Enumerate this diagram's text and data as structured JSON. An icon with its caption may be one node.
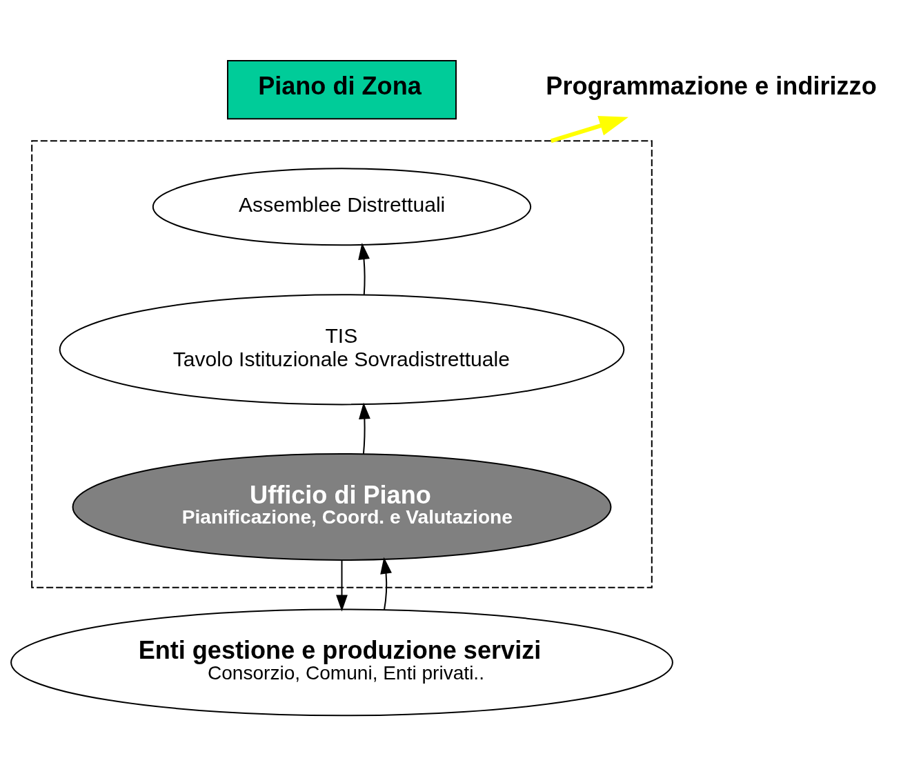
{
  "diagram": {
    "nodes": [
      {
        "text": [
          "Piano di Zona"
        ]
      },
      {
        "text": [],
        "shape": "box"
      },
      {
        "text": [
          "Assemblee Distrettuali"
        ],
        "in": 1
      },
      {
        "text": [
          "TIS",
          "Tavolo Istituzionale Sovradistrettuale"
        ],
        "in": 1
      },
      {
        "text": [
          "Ufficio di Piano",
          "Pianificazione, Coord. e Valutazione"
        ],
        "in": 1
      },
      {
        "text": [
          "Enti gestione e produzione servizi",
          "Consorzio, Comuni, Enti privati.."
        ]
      },
      {
        "text": [
          "Programmazione e indirizzo"
        ]
      }
    ],
    "edges": [
      {
        "from": 3,
        "to": 2,
        "arrow": "to"
      },
      {
        "from": 4,
        "to": 3,
        "arrow": "to"
      },
      {
        "from": 4,
        "to": 5,
        "arrow": "to"
      },
      {
        "from": 5,
        "to": 4,
        "arrow": "to"
      },
      {
        "from": 1,
        "to": 6,
        "arrow": "to",
        "style": "thick",
        "color": "#ffff00"
      }
    ]
  }
}
